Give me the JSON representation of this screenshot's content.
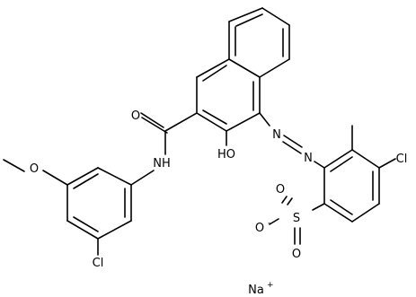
{
  "labels": {
    "o_amide": "O",
    "nh": "NH",
    "oh": "HO",
    "n1": "N",
    "n2": "N",
    "cl_top_right": "Cl",
    "cl_bottom_left": "Cl",
    "o_methoxy": "O",
    "s": "S",
    "o_s_top": "O",
    "o_s_bottom": "O",
    "o_minus": "O",
    "minus_sign": "-",
    "na": "Na",
    "plus_sign": "+"
  }
}
